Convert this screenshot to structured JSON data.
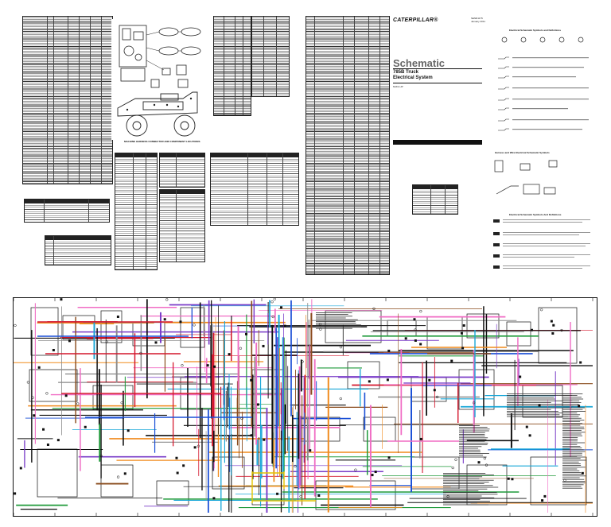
{
  "cover": {
    "brand": "CATERPILLAR®",
    "title": "Schematic",
    "subtitle_line1": "785B Truck",
    "subtitle_line2": "Electrical System",
    "doc_code": "SENR1175",
    "date": "January 2011",
    "serial": "6HK1-UP"
  },
  "sheet1": {
    "location_caption": "MACHINE HARNESS CONNECTOR AND COMPONENT LOCATIONS"
  },
  "symbols": {
    "heading": "Electrical Schematic Symbols and Definitions",
    "harness_heading": "Harness and Wire Electrical Schematic Symbols",
    "abbrev_heading": "Electrical Schematic Symbols And Definitions"
  },
  "colors": {
    "black": "#111111",
    "red": "#d4162c",
    "blue": "#1a4fd6",
    "cyan": "#18a7d8",
    "pink": "#f06cc4",
    "green": "#1f9a3a",
    "orange": "#f08a1c",
    "yellow": "#e4c400",
    "purple": "#7a3cc8",
    "brown": "#8a4b1c",
    "gray": "#8c8c8c"
  }
}
